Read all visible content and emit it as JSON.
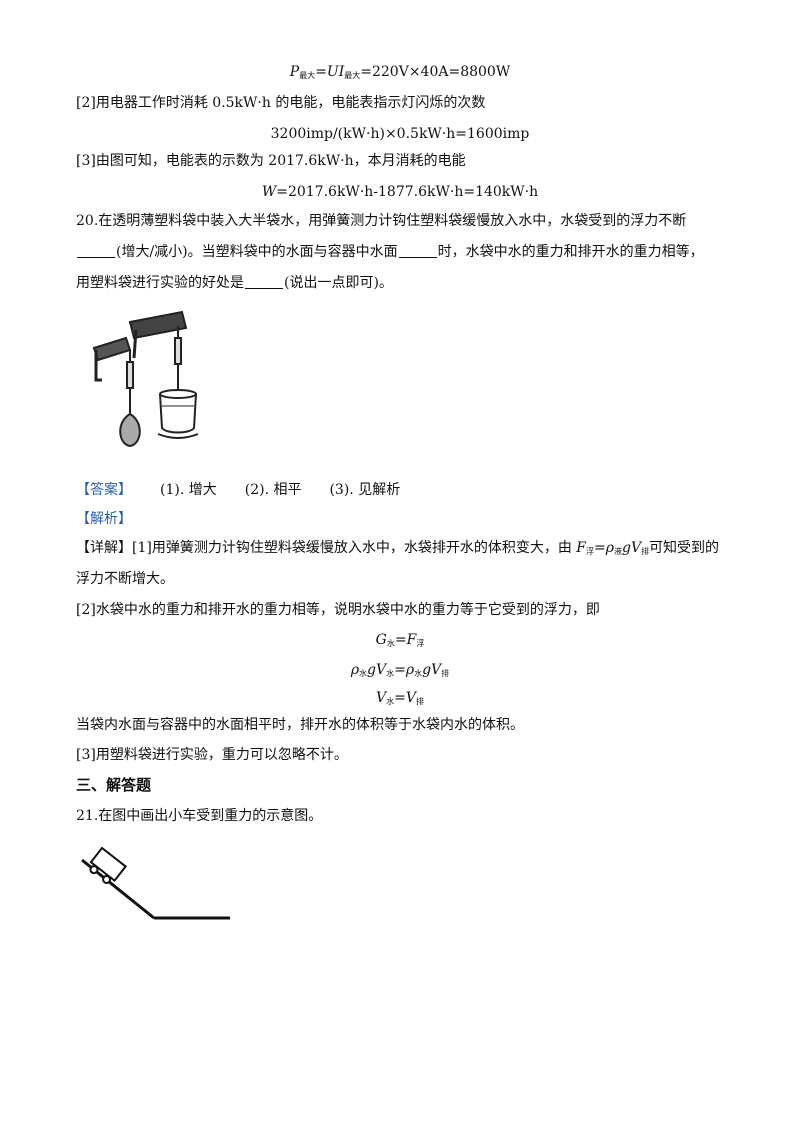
{
  "prev_solution": {
    "p_max_formula": {
      "lhs": "P",
      "lhs_sub": "最大",
      "eq1": "=UI",
      "eq1_sub": "最大",
      "rhs": "=220V×40A=8800W"
    },
    "step2_text": "[2]用电器工作时消耗 0.5kW·h 的电能，电能表指示灯闪烁的次数",
    "step2_formula": "3200imp/(kW·h)×0.5kW·h=1600imp",
    "step3_text": "[3]由图可知，电能表的示数为 2017.6kW·h，本月消耗的电能",
    "step3_formula_lhs": "W",
    "step3_formula_rhs": "=2017.6kW·h-1877.6kW·h=140kW·h"
  },
  "q20": {
    "line1": "20.在透明薄塑料袋中装入大半袋水，用弹簧测力计钩住塑料袋缓慢放入水中，水袋受到的浮力不断",
    "line2_a": "(增大/减小)。当塑料袋中的水面与容器中水面",
    "line2_b": "时，水袋中水的重力和排开水的重力相等，",
    "line3_a": "用塑料袋进行实验的好处是",
    "line3_b": "(说出一点即可)。",
    "answer_tag": "【答案】",
    "answers": [
      "(1). 增大",
      "(2). 相平",
      "(3). 见解析"
    ],
    "analysis_tag": "【解析】",
    "detail_tag": "【详解】",
    "detail_1a": "[1]用弹簧测力计钩住塑料袋缓慢放入水中，水袋排开水的体积变大，由",
    "detail_1_formula": {
      "F": "F",
      "F_sub": "浮",
      "eq": "=ρ",
      "rho_sub": "液",
      "gV": "gV",
      "V_sub": "排"
    },
    "detail_1b": "可知受到的",
    "detail_1c": "浮力不断增大。",
    "detail_2": "[2]水袋中水的重力和排开水的重力相等，说明水袋中水的重力等于它受到的浮力，即",
    "eq_a": {
      "G": "G",
      "G_sub": "水",
      "eq": "=F",
      "F_sub": "浮"
    },
    "eq_b": {
      "rho": "ρ",
      "rho_sub": "水",
      "gV": "gV",
      "V_sub": "水",
      "eq": "=ρ",
      "rho2_sub": "水",
      "gV2": "gV",
      "V2_sub": "排"
    },
    "eq_c": {
      "V": "V",
      "V_sub": "水",
      "eq": "=V",
      "V2_sub": "排"
    },
    "detail_2b": "当袋内水面与容器中的水面相平时，排开水的体积等于水袋内水的体积。",
    "detail_3": "[3]用塑料袋进行实验，重力可以忽略不计。"
  },
  "section3": {
    "heading": "三、解答题",
    "q21": "21.在图中画出小车受到重力的示意图。"
  }
}
